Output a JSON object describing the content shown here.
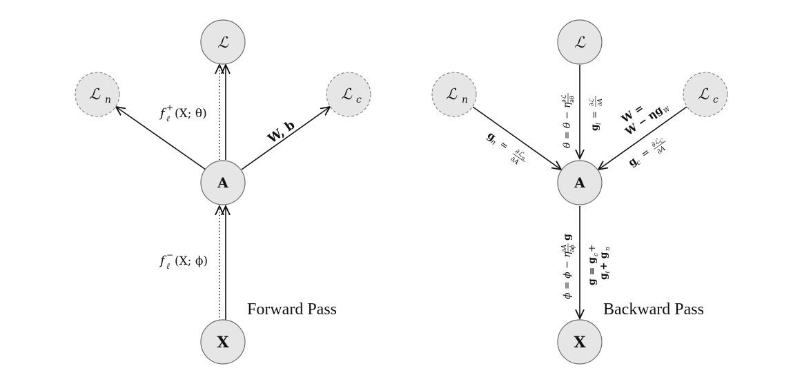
{
  "forward": {
    "caption": "Forward Pass",
    "node_top": "ℒ",
    "node_left": "ℒ",
    "node_left_sub": "n",
    "node_right": "ℒ",
    "node_right_sub": "c",
    "node_mid": "A",
    "node_bottom": "X",
    "label_upper": {
      "f": "f",
      "sub": "ℓ",
      "sup": "+",
      "args": "(X; θ)"
    },
    "label_lower": {
      "f": "f",
      "sub": "ℓ",
      "sup": "−",
      "args": "(X; ϕ)"
    },
    "label_right_edge": "W, b"
  },
  "backward": {
    "caption": "Backward Pass",
    "node_top": "ℒ",
    "node_left": "ℒ",
    "node_left_sub": "n",
    "node_right": "ℒ",
    "node_right_sub": "c",
    "node_mid": "A",
    "node_bottom": "X",
    "label_left_edge": {
      "lhs": "g",
      "lhs_sub": "n",
      "eq": "=",
      "num": "∂ℒ",
      "num_sub": "n",
      "den": "∂A"
    },
    "label_top_edge_a": {
      "text": "θ = θ − η",
      "num": "∂ℒ",
      "den": "∂θ"
    },
    "label_top_edge_b": {
      "lhs": "g",
      "lhs_sub": "l",
      "eq": "=",
      "num": "∂ℒ",
      "den": "∂A"
    },
    "label_right_edge_a": {
      "line1": "W =",
      "line2": "W − ηg",
      "line2_sub": "W"
    },
    "label_right_edge_b": {
      "lhs": "g",
      "lhs_sub": "c",
      "eq": "=",
      "num": "∂ℒ",
      "num_sub": "C",
      "den": "∂A"
    },
    "label_bottom_edge_a": {
      "text": "ϕ = ϕ − η",
      "num": "∂A",
      "den": "∂ϕ",
      "tail": "g"
    },
    "label_bottom_edge_b": {
      "line1": "g = g",
      "line1_sub": "c",
      "line1_tail": " +",
      "line2": "g",
      "line2_sub": "ℓ",
      "line2_tail": " + g",
      "line2_tail_sub": "n"
    }
  }
}
